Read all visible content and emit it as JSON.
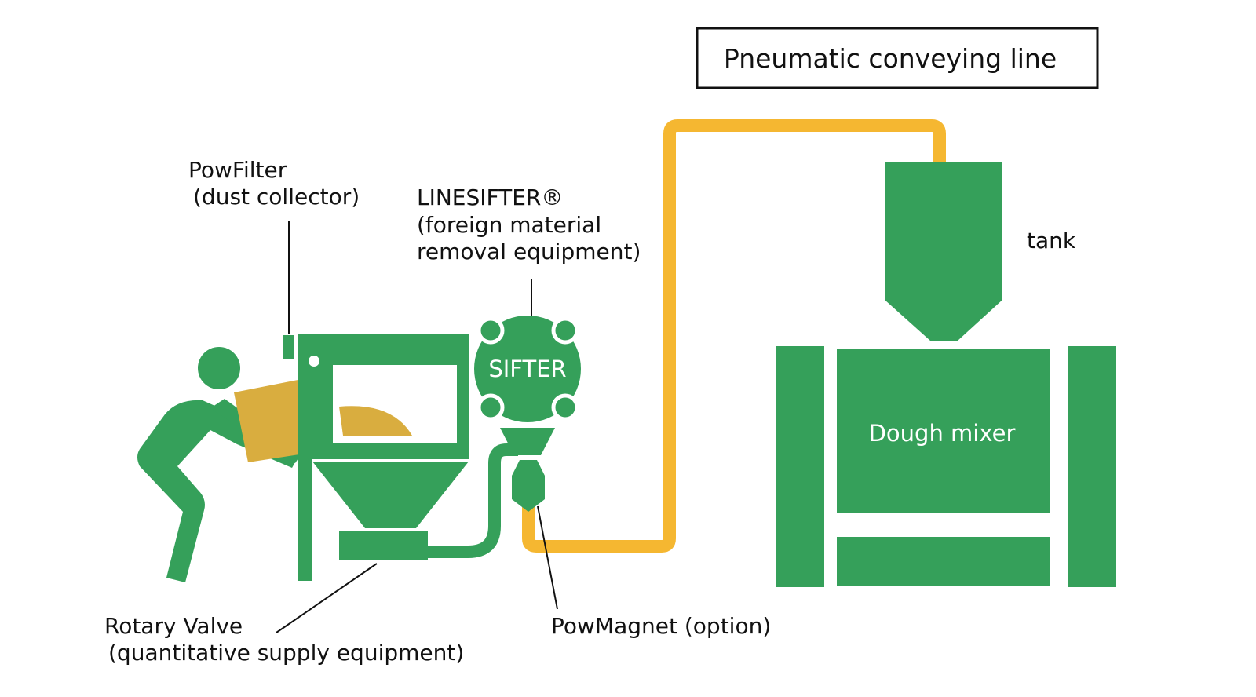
{
  "title": "Pneumatic conveying line",
  "labels": {
    "powfilter_line1": "PowFilter",
    "powfilter_line2": "(dust collector)",
    "linesifter_line1": "LINESIFTER®",
    "linesifter_line2": "(foreign material",
    "linesifter_line3": "removal equipment)",
    "tank": "tank",
    "rotary_line1": "Rotary Valve",
    "rotary_line2": "(quantitative supply equipment)",
    "powmagnet": "PowMagnet (option)"
  },
  "equipment_text": {
    "sifter": "SIFTER",
    "mixer": "Dough mixer"
  },
  "colors": {
    "green": "#35a05a",
    "pipe": "#f5b731",
    "bag": "#d9ad3f"
  }
}
